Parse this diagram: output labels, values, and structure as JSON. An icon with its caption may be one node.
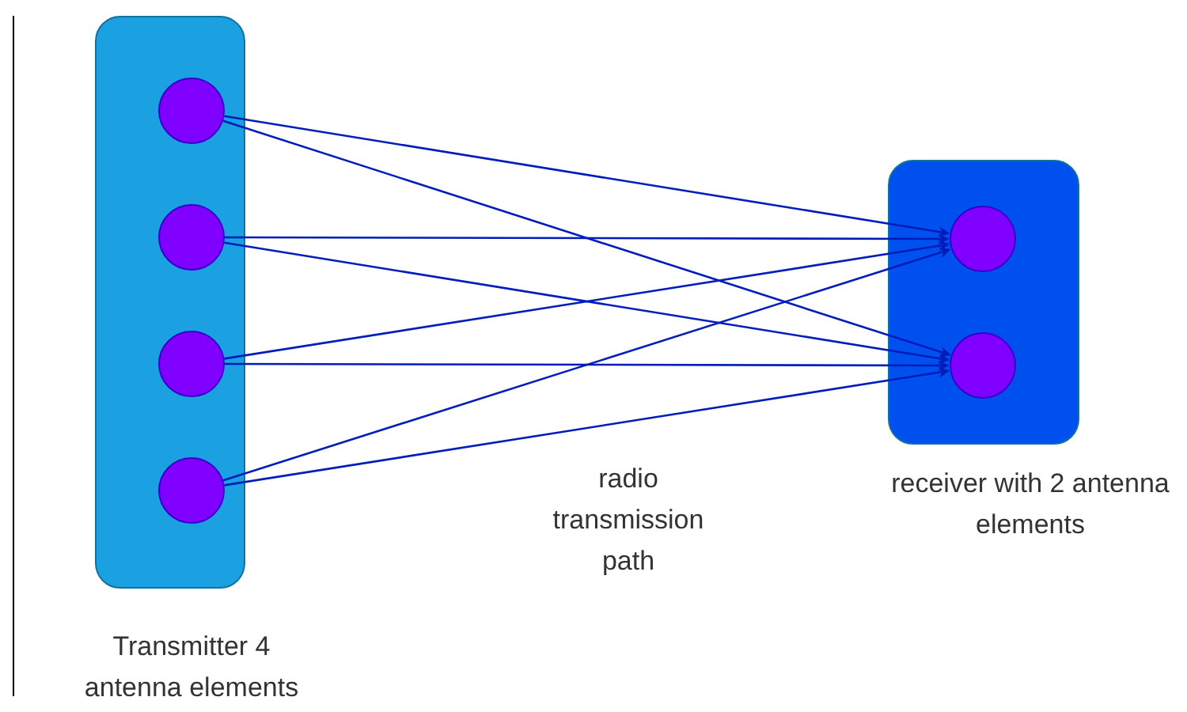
{
  "diagram": {
    "nodes": [
      {
        "text": [
          "Transmitter 4 antenna elements"
        ]
      },
      {
        "text": [],
        "shape": "circle",
        "in": 0
      },
      {
        "text": [],
        "shape": "circle",
        "in": 0
      },
      {
        "text": [],
        "shape": "circle",
        "in": 0
      },
      {
        "text": [],
        "shape": "circle",
        "in": 0
      },
      {
        "text": [
          "receiver with 2 antenna elements"
        ]
      },
      {
        "text": [],
        "shape": "circle",
        "in": 5
      },
      {
        "text": [],
        "shape": "circle",
        "in": 5
      }
    ],
    "edges": [
      {
        "from": 1,
        "to": 6,
        "arrow": "to"
      },
      {
        "from": 1,
        "to": 7,
        "arrow": "to"
      },
      {
        "from": 2,
        "to": 6,
        "arrow": "to"
      },
      {
        "from": 2,
        "to": 7,
        "arrow": "to"
      },
      {
        "from": 3,
        "to": 6,
        "arrow": "to"
      },
      {
        "from": 3,
        "to": 7,
        "arrow": "to"
      },
      {
        "from": 4,
        "to": 6,
        "arrow": "to"
      },
      {
        "from": 4,
        "to": 7,
        "arrow": "to"
      }
    ],
    "labels": [
      "radio transmission path"
    ]
  }
}
